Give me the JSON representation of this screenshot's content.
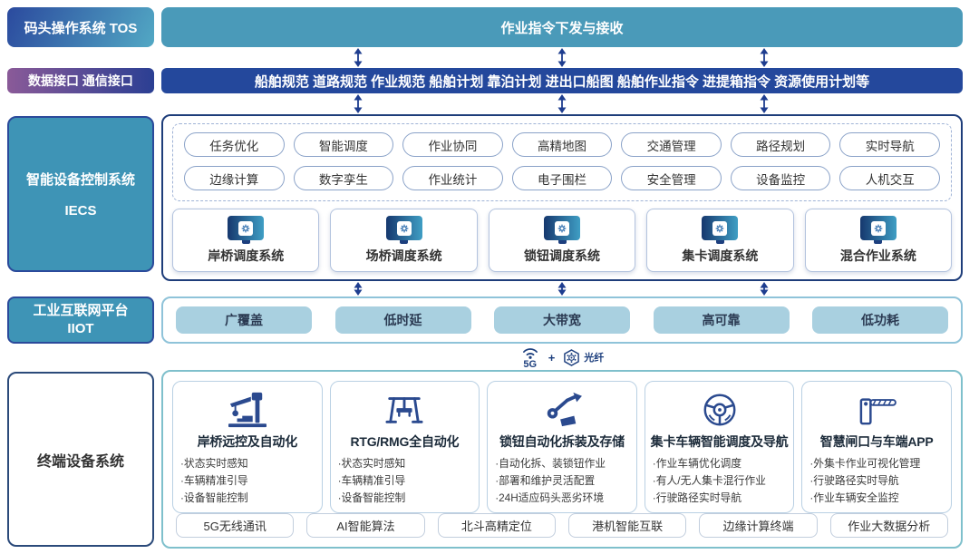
{
  "colors": {
    "teal_bar": "#4a9ab9",
    "navy_bar": "#24489c",
    "teal_label": "#3e94b6",
    "label_border": "#2b4a9b",
    "iecs_border": "#1e3d7a",
    "arrow": "#1e3d8f",
    "icon_navy": "#2b4a8f",
    "iiot_pill": "#a9d0e0",
    "terminal_border": "#7fc0cc"
  },
  "row_tos": {
    "label": "码头操作系统 TOS",
    "bar": "作业指令下发与接收"
  },
  "row_data": {
    "label": "数据接口 通信接口",
    "bar": "船舶规范 道路规范 作业规范 船舶计划 靠泊计划 进出口船图 船舶作业指令 进提箱指令 资源使用计划等"
  },
  "iecs": {
    "label_line1": "智能设备控制系统",
    "label_line2": "IECS",
    "features_row1": [
      "任务优化",
      "智能调度",
      "作业协同",
      "高精地图",
      "交通管理",
      "路径规划",
      "实时导航"
    ],
    "features_row2": [
      "边缘计算",
      "数字孪生",
      "作业统计",
      "电子围栏",
      "安全管理",
      "设备监控",
      "人机交互"
    ],
    "systems": [
      "岸桥调度系统",
      "场桥调度系统",
      "锁钮调度系统",
      "集卡调度系统",
      "混合作业系统"
    ]
  },
  "iiot": {
    "label_line1": "工业互联网平台",
    "label_line2": "IIOT",
    "pills": [
      "广覆盖",
      "低时延",
      "大带宽",
      "高可靠",
      "低功耗"
    ]
  },
  "link": {
    "left_label": "5G",
    "plus": "+",
    "right_label": "光纤"
  },
  "terminal": {
    "label": "终端设备系统",
    "cards": [
      {
        "title": "岸桥远控及自动化",
        "icon": "quay-crane-icon",
        "bullets": [
          "·状态实时感知",
          "·车辆精准引导",
          "·设备智能控制"
        ]
      },
      {
        "title": "RTG/RMG全自动化",
        "icon": "gantry-crane-icon",
        "bullets": [
          "·状态实时感知",
          "·车辆精准引导",
          "·设备智能控制"
        ]
      },
      {
        "title": "锁钮自动化拆装及存储",
        "icon": "robot-arm-icon",
        "bullets": [
          "·自动化拆、装锁钮作业",
          "·部署和维护灵活配置",
          "·24H适应码头恶劣环境"
        ]
      },
      {
        "title": "集卡车辆智能调度及导航",
        "icon": "steering-wheel-icon",
        "bullets": [
          "·作业车辆优化调度",
          "·有人/无人集卡混行作业",
          "·行驶路径实时导航"
        ]
      },
      {
        "title": "智慧闸口与车端APP",
        "icon": "barrier-gate-icon",
        "bullets": [
          "·外集卡作业可视化管理",
          "·行驶路径实时导航",
          "·作业车辆安全监控"
        ]
      }
    ],
    "pills": [
      "5G无线通讯",
      "AI智能算法",
      "北斗高精定位",
      "港机智能互联",
      "边缘计算终端",
      "作业大数据分析"
    ]
  }
}
